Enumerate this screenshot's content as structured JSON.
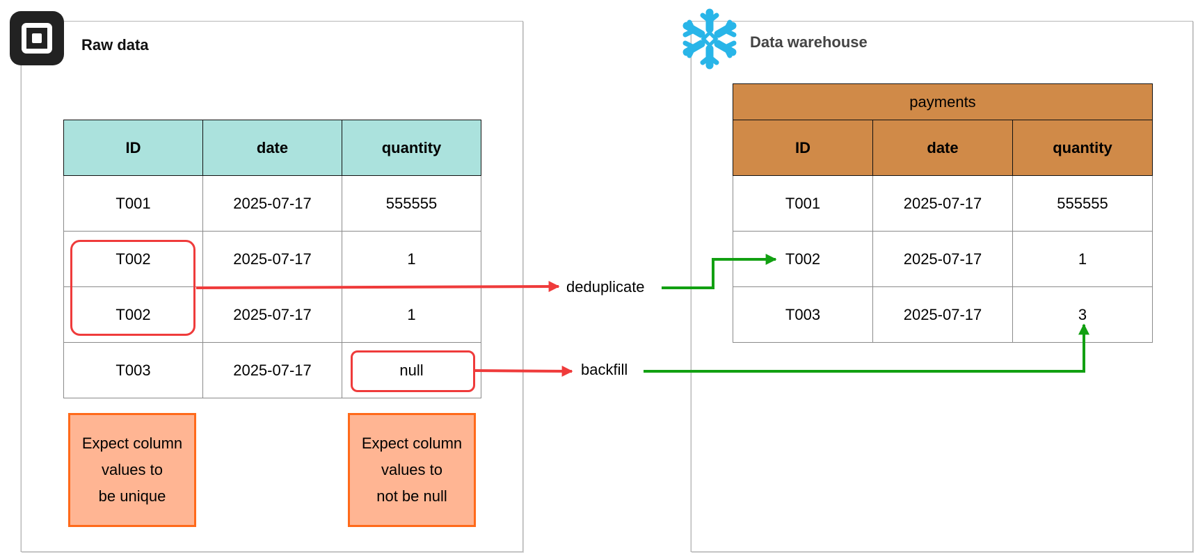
{
  "raw": {
    "title": "Raw data",
    "logo": "square-logo",
    "table": {
      "columns": [
        "ID",
        "date",
        "quantity"
      ],
      "rows": [
        [
          "T001",
          "2025-07-17",
          "555555"
        ],
        [
          "T002",
          "2025-07-17",
          "1"
        ],
        [
          "T002",
          "2025-07-17",
          "1"
        ],
        [
          "T003",
          "2025-07-17",
          "null"
        ]
      ],
      "header_color": "#abe2dd"
    },
    "notes": {
      "unique": [
        "Expect column",
        "values to",
        "be unique"
      ],
      "not_null": [
        "Expect column",
        "values to",
        "not be null"
      ],
      "color": "#ffb593",
      "border_color": "#ff6a1a"
    }
  },
  "warehouse": {
    "title": "Data warehouse",
    "logo": "snowflake-logo",
    "table": {
      "caption": "payments",
      "columns": [
        "ID",
        "date",
        "quantity"
      ],
      "rows": [
        [
          "T001",
          "2025-07-17",
          "555555"
        ],
        [
          "T002",
          "2025-07-17",
          "1"
        ],
        [
          "T003",
          "2025-07-17",
          "3"
        ]
      ],
      "header_color": "#d08a48"
    }
  },
  "steps": {
    "deduplicate": "deduplicate",
    "backfill": "backfill"
  },
  "colors": {
    "issue": "#ef3b3b",
    "fix": "#12a012",
    "snowflake": "#29b5e8"
  }
}
